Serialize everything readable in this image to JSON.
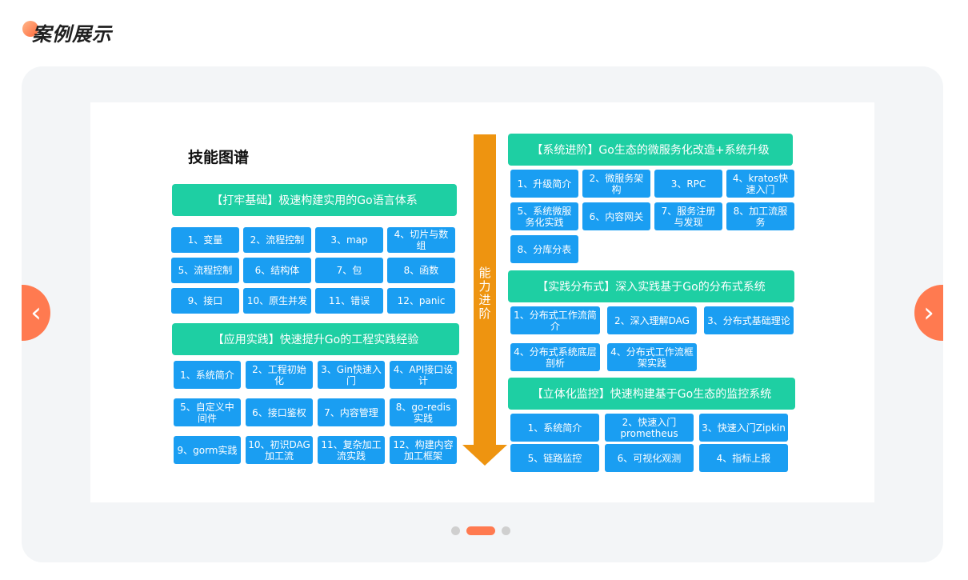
{
  "section_title": "案例展示",
  "carousel": {
    "prev_icon": "‹",
    "next_icon": "›",
    "dots_count": 3,
    "active_dot": 1,
    "accent_color": "#ff7a50"
  },
  "slide": {
    "title": "技能图谱",
    "arrow_label": "能力进阶",
    "colors": {
      "header": "#1ecfa3",
      "cell": "#1a9ef2",
      "arrow": "#ee9410"
    },
    "groups": {
      "foundation": {
        "header": "【打牢基础】极速构建实用的Go语言体系",
        "items": [
          "1、变量",
          "2、流程控制",
          "3、map",
          "4、切片与数组",
          "5、流程控制",
          "6、结构体",
          "7、包",
          "8、函数",
          "9、接口",
          "10、原生并发",
          "11、错误",
          "12、panic"
        ]
      },
      "practice": {
        "header": "【应用实践】快速提升Go的工程实践经验",
        "items": [
          "1、系统简介",
          "2、工程初始化",
          "3、Gin快速入门",
          "4、API接口设计",
          "5、自定义中间件",
          "6、接口鉴权",
          "7、内容管理",
          "8、go-redis实践",
          "9、gorm实践",
          "10、初识DAG加工流",
          "11、复杂加工流实践",
          "12、构建内容加工框架"
        ]
      },
      "upgrade": {
        "header": "【系统进阶】Go生态的微服务化改造+系统升级",
        "items": [
          "1、升级简介",
          "2、微服务架构",
          "3、RPC",
          "4、kratos快速入门",
          "5、系统微服务化实践",
          "6、内容网关",
          "7、服务注册与发现",
          "8、加工流服务",
          "8、分库分表"
        ]
      },
      "distributed": {
        "header": "【实践分布式】深入实践基于Go的分布式系统",
        "items": [
          "1、分布式工作流简介",
          "2、深入理解DAG",
          "3、分布式基础理论",
          "4、分布式系统底层剖析",
          "4、分布式工作流框架实践"
        ]
      },
      "monitoring": {
        "header": "【立体化监控】快速构建基于Go生态的监控系统",
        "items": [
          "1、系统简介",
          "2、快速入门prometheus",
          "3、快速入门Zipkin",
          "5、链路监控",
          "6、可视化观测",
          "4、指标上报"
        ]
      }
    }
  }
}
